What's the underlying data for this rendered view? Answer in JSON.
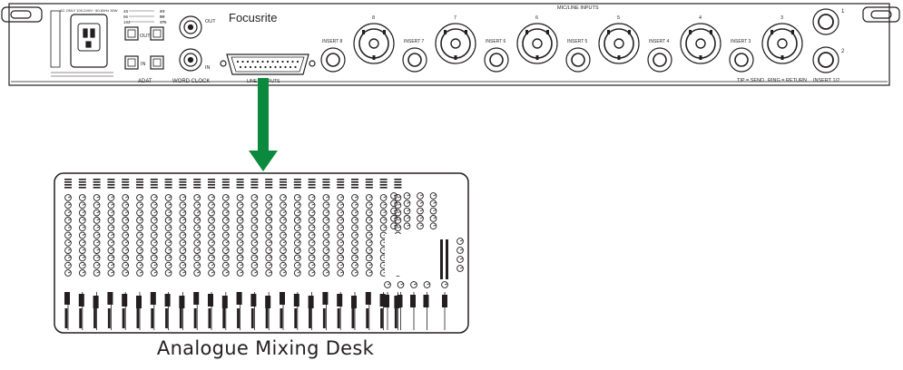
{
  "brand": "Focusrite",
  "rear_panel": {
    "power_label": "AC ONLY 100-240V~ 50-60Hz 30W",
    "sync_rates": [
      "48",
      "96",
      "192",
      "44",
      "88",
      "176"
    ],
    "adat_out_label": "OUT",
    "adat_in_label": "IN",
    "adat_label": "ADAT",
    "word_clock_out_label": "OUT",
    "word_clock_in_label": "IN",
    "word_clock_label": "WORD CLOCK",
    "line_outputs_label": "LINE OUTPUTS",
    "mic_line_inputs_label": "MIC/LINE INPUTS",
    "channels": [
      {
        "number": "8",
        "insert_label": "INSERT 8"
      },
      {
        "number": "7",
        "insert_label": "INSERT 7"
      },
      {
        "number": "6",
        "insert_label": "INSERT 6"
      },
      {
        "number": "5",
        "insert_label": "INSERT 5"
      },
      {
        "number": "4",
        "insert_label": "INSERT 4"
      },
      {
        "number": "3",
        "insert_label": "INSERT 3"
      }
    ],
    "input_1_label": "1",
    "input_2_label": "2",
    "insert_12_label": "INSERT 1/2",
    "tip_send_label": "TIP = SEND",
    "ring_return_label": "RING = RETURN"
  },
  "mixer": {
    "caption": "Analogue Mixing Desk",
    "channel_strips": 24,
    "aux_strips": 4
  },
  "colors": {
    "arrow": "#0b8a3e",
    "line": "#231f20",
    "panel_fill": "#ffffff"
  }
}
